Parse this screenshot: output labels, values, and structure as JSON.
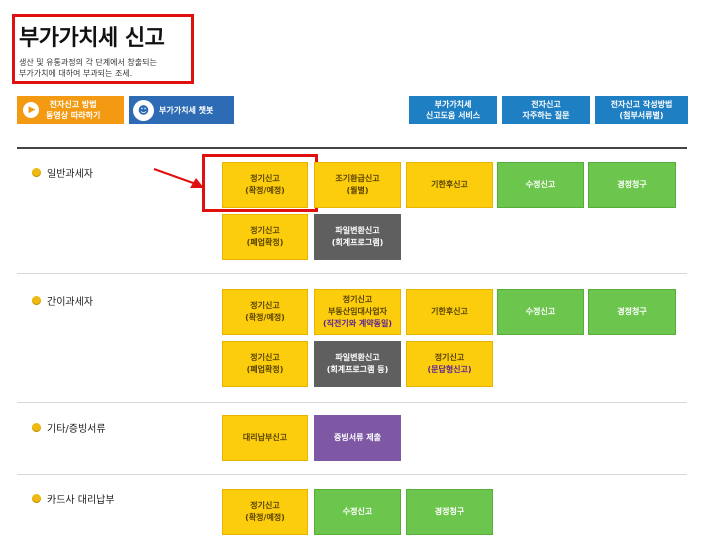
{
  "header": {
    "title": "부가가치세 신고",
    "desc_line1": "생산 및 유통과정의 각 단계에서 창출되는",
    "desc_line2": "부가가치에 대하여 부과되는 조세."
  },
  "top_buttons": {
    "video": {
      "line1": "전자신고 방법",
      "line2": "동영상 따라하기"
    },
    "chatbot": {
      "label": "부가가치세 챗봇"
    },
    "help": {
      "line1": "부가가치세",
      "line2": "신고도움 서비스"
    },
    "faq": {
      "line1": "전자신고",
      "line2": "자주하는 질문"
    },
    "guide": {
      "line1": "전자신고 작성방법",
      "line2": "(첨부서류별)"
    }
  },
  "sections": {
    "general": {
      "label": "일반과세자",
      "regular": {
        "line1": "정기신고",
        "line2": "(확정/예정)"
      },
      "early_refund": {
        "line1": "조기환급신고",
        "line2": "(월별)"
      },
      "late": {
        "label": "기한후신고"
      },
      "amend": {
        "label": "수정신고"
      },
      "correction": {
        "label": "경정청구"
      },
      "closure": {
        "line1": "정기신고",
        "line2": "(폐업확정)"
      },
      "file_convert": {
        "line1": "파일변환신고",
        "line2": "(회계프로그램)"
      }
    },
    "simplified": {
      "label": "간이과세자",
      "regular": {
        "line1": "정기신고",
        "line2": "(확정/예정)"
      },
      "realestate": {
        "line1": "정기신고",
        "line2": "부동산임대사업자",
        "line3": "(직전기와 계약동일)"
      },
      "late": {
        "label": "기한후신고"
      },
      "amend": {
        "label": "수정신고"
      },
      "correction": {
        "label": "경정청구"
      },
      "closure": {
        "line1": "정기신고",
        "line2": "(폐업확정)"
      },
      "file_convert": {
        "line1": "파일변환신고",
        "line2": "(회계프로그램 등)"
      },
      "qa": {
        "line1": "정기신고",
        "line2": "(문답형신고)"
      }
    },
    "other": {
      "label": "기타/증빙서류",
      "proxy": {
        "label": "대리납부신고"
      },
      "evidence": {
        "label": "증빙서류 제출"
      }
    },
    "card": {
      "label": "카드사 대리납부",
      "regular": {
        "line1": "정기신고",
        "line2": "(확정/예정)"
      },
      "amend": {
        "label": "수정신고"
      },
      "correction": {
        "label": "경정청구"
      }
    }
  },
  "colors": {
    "highlight": "#e01010",
    "yellow": "#fbcd0c",
    "green": "#6cc54d",
    "blue": "#1f7fc3",
    "gray": "#5f5f5f",
    "purple": "#7e58a4"
  }
}
